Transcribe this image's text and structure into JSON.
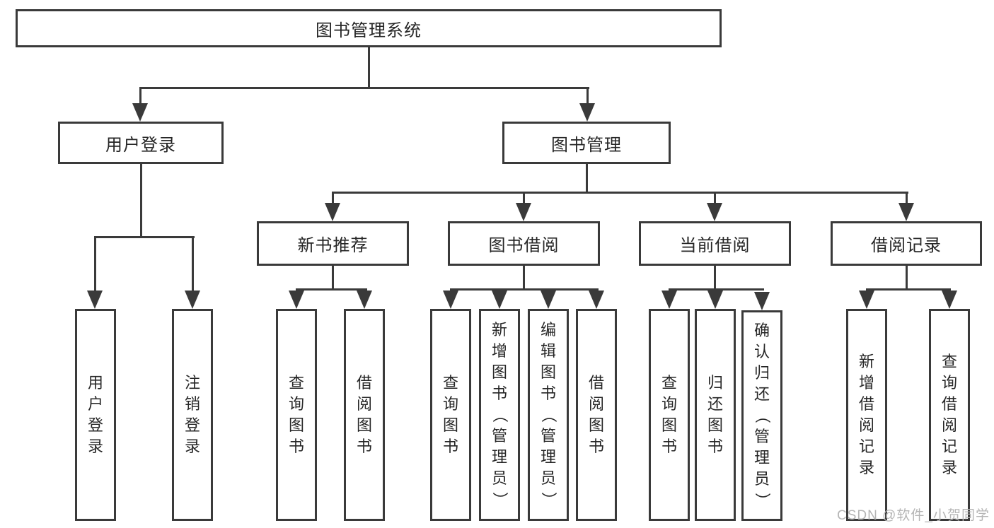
{
  "tree": {
    "label": "图书管理系统",
    "children": [
      {
        "label": "用户登录",
        "children": [
          {
            "label": "用户登录"
          },
          {
            "label": "注销登录"
          }
        ]
      },
      {
        "label": "图书管理",
        "children": [
          {
            "label": "新书推荐",
            "children": [
              {
                "label": "查询图书"
              },
              {
                "label": "借阅图书"
              }
            ]
          },
          {
            "label": "图书借阅",
            "children": [
              {
                "label": "查询图书"
              },
              {
                "label": "新增图书（管理员）"
              },
              {
                "label": "编辑图书（管理员）"
              },
              {
                "label": "借阅图书"
              }
            ]
          },
          {
            "label": "当前借阅",
            "children": [
              {
                "label": "查询图书"
              },
              {
                "label": "归还图书"
              },
              {
                "label": "确认归还（管理员）"
              }
            ]
          },
          {
            "label": "借阅记录",
            "children": [
              {
                "label": "新增借阅记录"
              },
              {
                "label": "查询借阅记录"
              }
            ]
          }
        ]
      }
    ]
  },
  "watermark": "CSDN @软件_小贺同学",
  "colors": {
    "line": "#3a3a3a",
    "text": "#262626",
    "watermark": "#b5b5b5",
    "background": "#ffffff"
  }
}
